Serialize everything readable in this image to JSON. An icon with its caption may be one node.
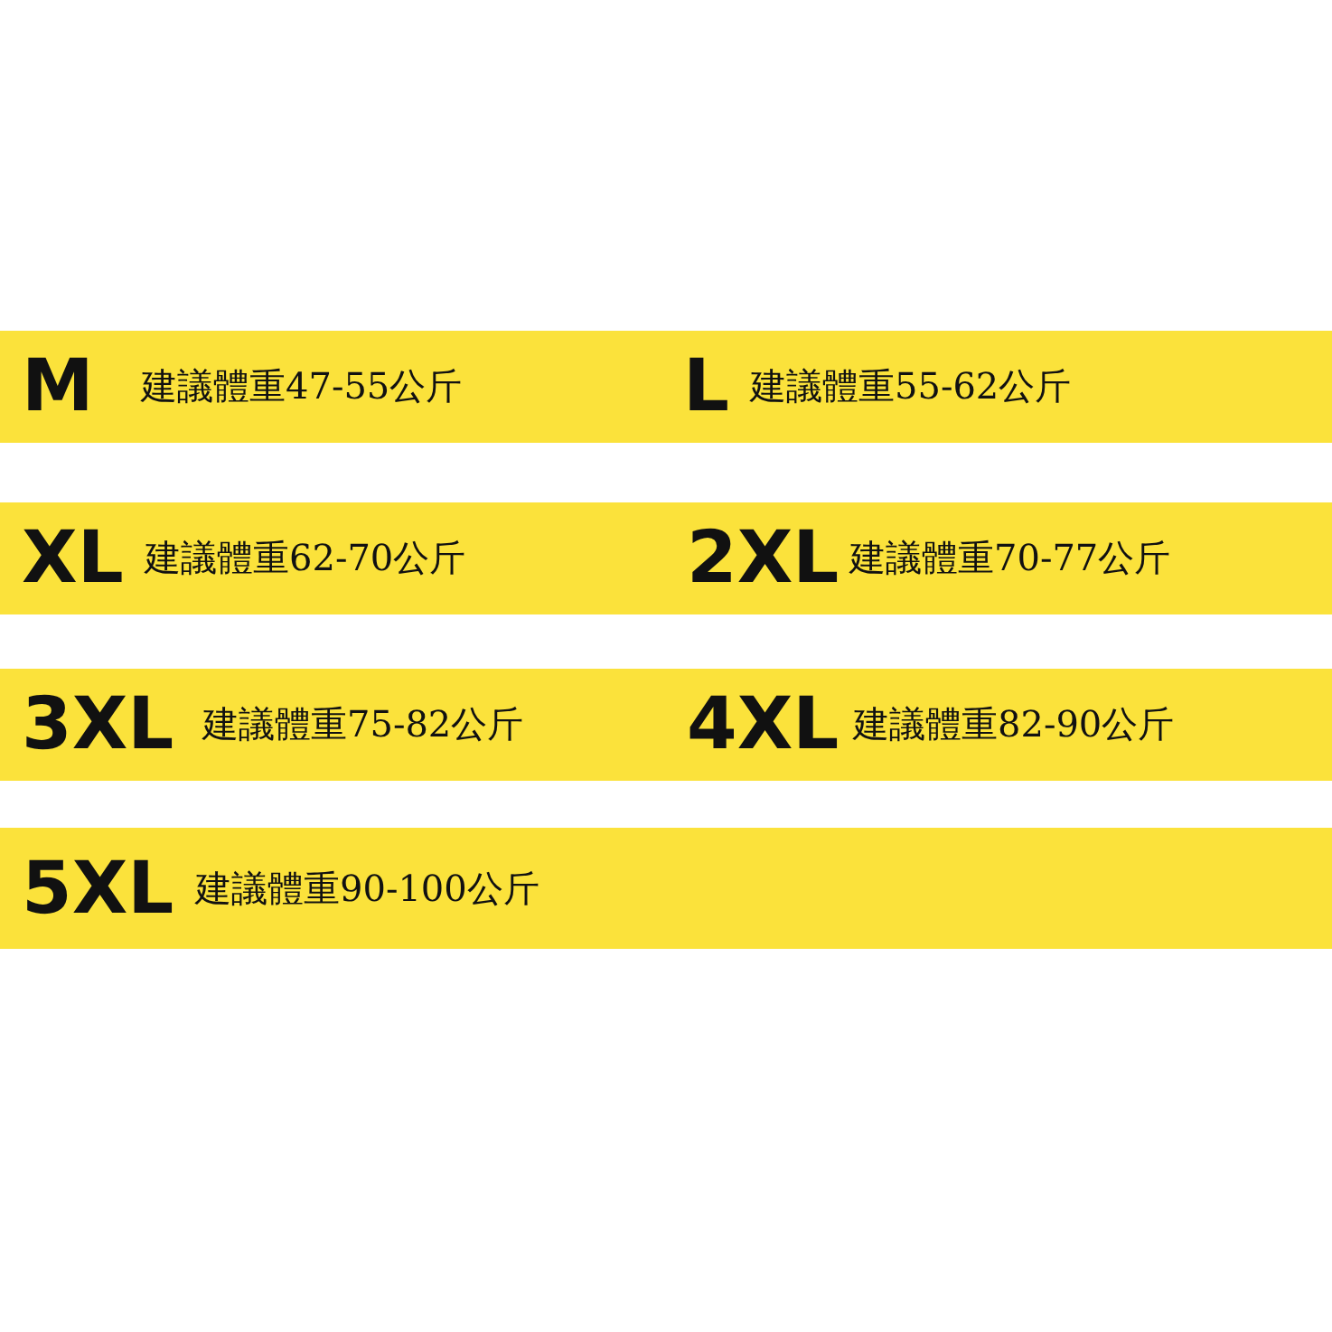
{
  "diagram": {
    "nodes": [
      {
        "text": [
          "M",
          "建議體重47-55公斤",
          "L",
          "建議體重55-62公斤"
        ]
      },
      {
        "text": [
          "XL",
          "建議體重62-70公斤",
          "2XL",
          "建議體重70-77公斤"
        ]
      },
      {
        "text": [
          "3XL",
          "建議體重75-82公斤",
          "4XL",
          "建議體重82-90公斤"
        ]
      },
      {
        "text": [
          "5XL",
          "建議體重90-100公斤"
        ]
      }
    ]
  }
}
